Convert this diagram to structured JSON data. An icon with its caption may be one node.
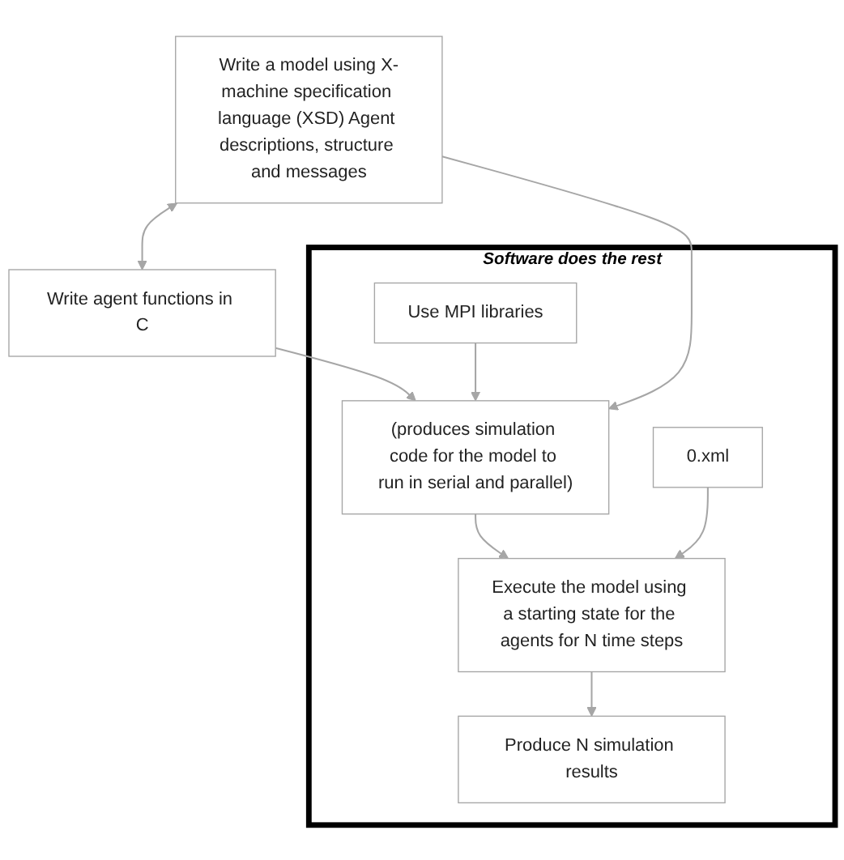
{
  "diagram": {
    "nodes": [
      {
        "text": [
          "Write a model using X-machine specification language (XSD) Agent descriptions, structure and messages"
        ]
      },
      {
        "text": [
          "Write agent functions in C"
        ]
      },
      {
        "text": [
          "Software does the rest"
        ]
      },
      {
        "text": [
          "(produces simulation code for the model to run in serial and parallel)"
        ],
        "in": 2
      },
      {
        "text": [
          "Use MPI libraries"
        ],
        "in": 2
      },
      {
        "text": [
          "Execute the model using a starting state for the agents for N time steps"
        ],
        "in": 2
      },
      {
        "text": [
          "0.xml"
        ],
        "in": 2
      },
      {
        "text": [
          "Produce N simulation results"
        ],
        "in": 2
      }
    ],
    "edges": [
      {
        "from": 0,
        "to": 1,
        "arrow": "both"
      },
      {
        "from": 0,
        "to": 3,
        "arrow": "to"
      },
      {
        "from": 1,
        "to": 3,
        "arrow": "to"
      },
      {
        "from": 4,
        "to": 3,
        "arrow": "to"
      },
      {
        "from": 3,
        "to": 5,
        "arrow": "to"
      },
      {
        "from": 6,
        "to": 5,
        "arrow": "to"
      },
      {
        "from": 5,
        "to": 7,
        "arrow": "to"
      }
    ]
  }
}
